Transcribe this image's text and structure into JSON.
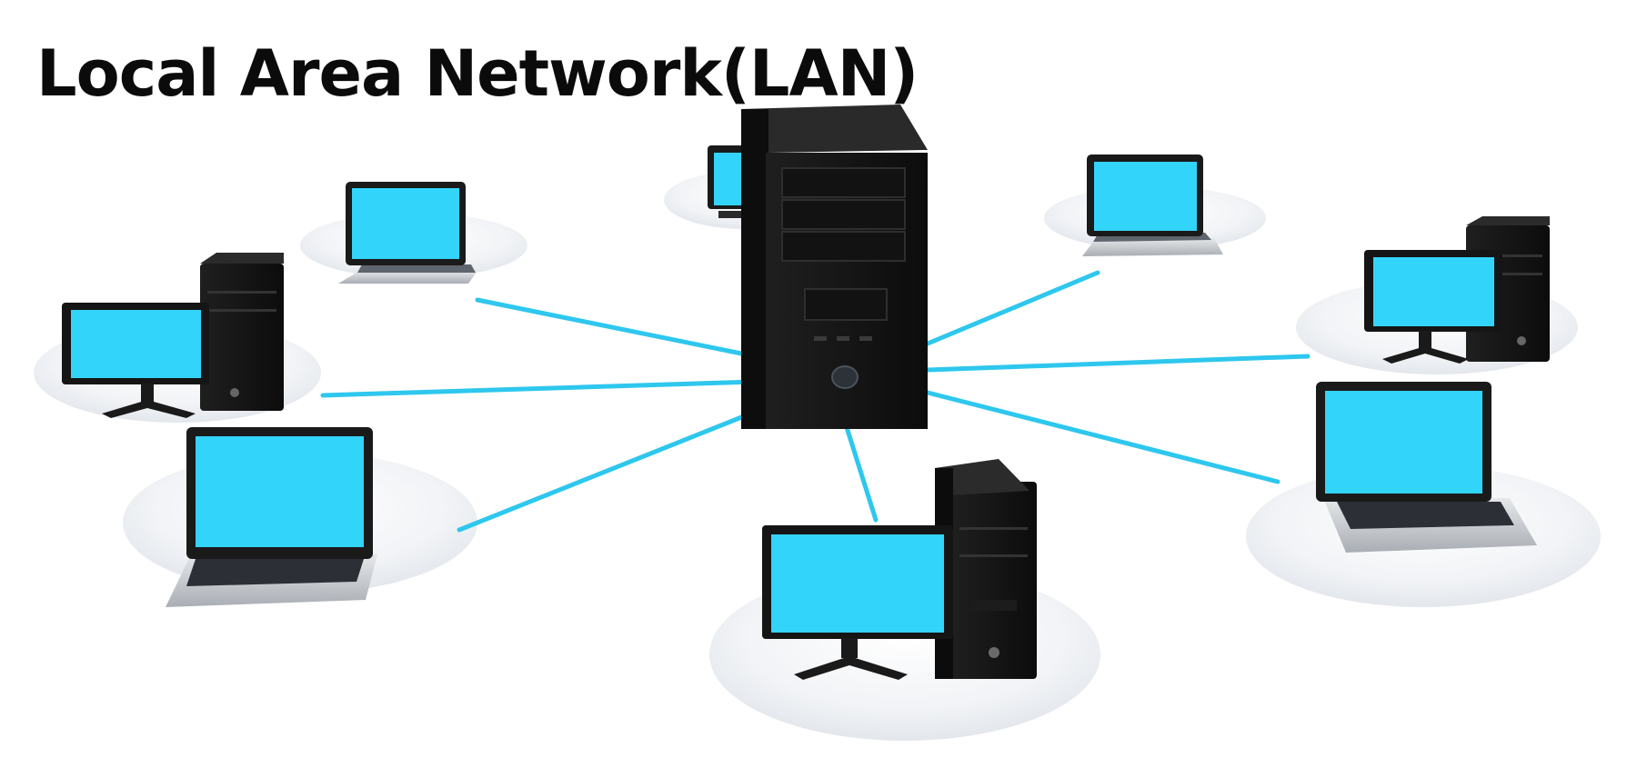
{
  "title": "Local Area Network(LAN)",
  "colors": {
    "cable": "#2ec7ee",
    "screen": "#33d4fa",
    "case": "#161616",
    "platform": "#f2f4f7"
  },
  "nodes": [
    {
      "id": "laptop-upper-left",
      "kind": "laptop"
    },
    {
      "id": "desktop-left",
      "kind": "desktop"
    },
    {
      "id": "laptop-lower-left",
      "kind": "laptop"
    },
    {
      "id": "laptop-back",
      "kind": "laptop"
    },
    {
      "id": "desktop-bottom",
      "kind": "desktop"
    },
    {
      "id": "laptop-upper-right",
      "kind": "laptop"
    },
    {
      "id": "desktop-right",
      "kind": "desktop"
    },
    {
      "id": "laptop-lower-right",
      "kind": "laptop"
    }
  ],
  "hub": {
    "id": "central-server",
    "kind": "server"
  }
}
